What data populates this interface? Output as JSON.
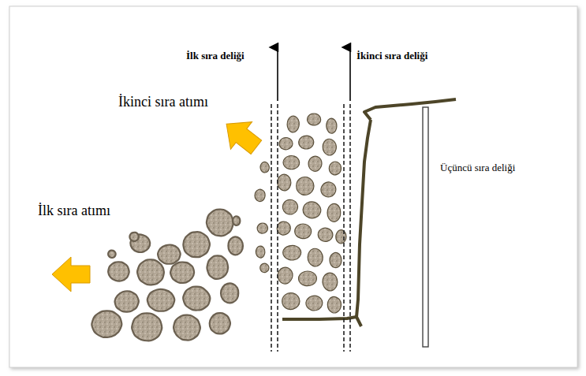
{
  "diagram": {
    "labels": [
      "İlk sıra deliği",
      "İkinci sıra deliği",
      "İkinci sıra atımı",
      "İlk sıra atımı",
      "Üçüncü sıra deliği"
    ]
  }
}
